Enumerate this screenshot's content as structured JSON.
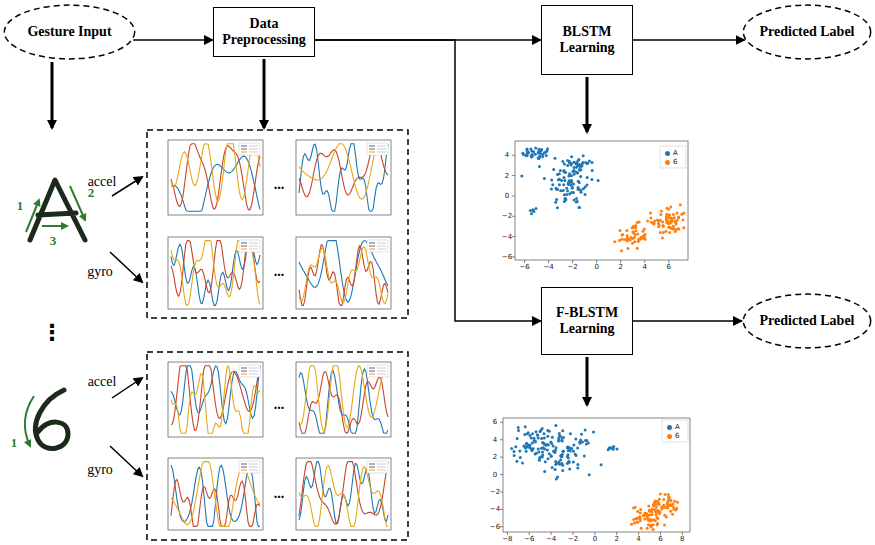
{
  "diagram": {
    "nodes": [
      {
        "text": [
          "Gesture Input"
        ]
      },
      {
        "text": [
          "Data Preprocessing"
        ]
      },
      {
        "text": [
          "BLSTM Learning"
        ]
      },
      {
        "text": [
          "Predicted Label"
        ]
      },
      {
        "text": [
          "F-BLSTM Learning"
        ]
      },
      {
        "text": [
          "Predicted Label"
        ]
      }
    ],
    "edges": [
      {
        "from": 0,
        "to": 1,
        "arrow": "to"
      },
      {
        "from": 1,
        "to": 2,
        "arrow": "to"
      },
      {
        "from": 1,
        "to": 4,
        "arrow": "to"
      },
      {
        "from": 2,
        "to": 3,
        "arrow": "to"
      },
      {
        "from": 4,
        "to": 5,
        "arrow": "to"
      }
    ],
    "labels": [
      "accel",
      "gyro",
      "accel",
      "gyro",
      "⋮",
      "...",
      "...",
      "...",
      "...",
      "1",
      "2",
      "3",
      "1",
      "4",
      "2",
      "0",
      "−2",
      "−4",
      "−6",
      "−6",
      "−4",
      "−2",
      "0",
      "2",
      "4",
      "6",
      "6",
      "4",
      "2",
      "0",
      "−2",
      "−4",
      "−6",
      "−8",
      "−6",
      "−4",
      "−2",
      "0",
      "2",
      "4",
      "6",
      "8"
    ],
    "legend": [
      {
        "text": "A",
        "color": "#1f77b4"
      },
      {
        "text": "6",
        "color": "#ff7f0e"
      },
      {
        "text": "A",
        "color": "#1f77b4"
      },
      {
        "text": "6",
        "color": "#ff7f0e"
      }
    ]
  }
}
